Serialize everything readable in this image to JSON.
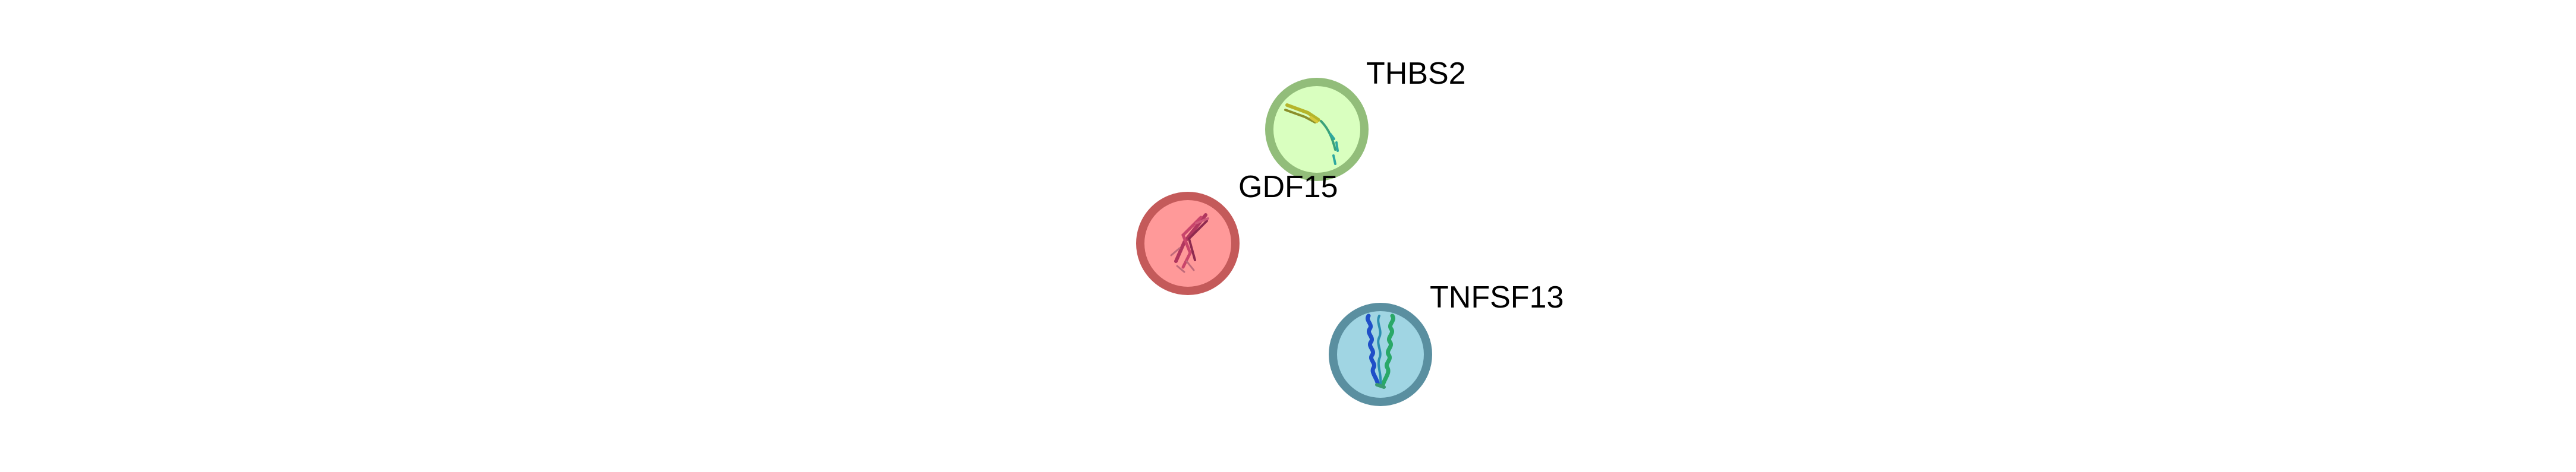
{
  "network": {
    "nodes": [
      {
        "id": "THBS2",
        "label": "THBS2",
        "fill": "#d9ffbf",
        "stroke": "#92bd7a",
        "structure": "beta-strand-fragment"
      },
      {
        "id": "GDF15",
        "label": "GDF15",
        "fill": "#ff9999",
        "stroke": "#c45a5a",
        "structure": "beta-sheet-bundle"
      },
      {
        "id": "TNFSF13",
        "label": "TNFSF13",
        "fill": "#a0d5e3",
        "stroke": "#5a8fa0",
        "structure": "alpha-helix-hairpin"
      }
    ],
    "edges": []
  }
}
